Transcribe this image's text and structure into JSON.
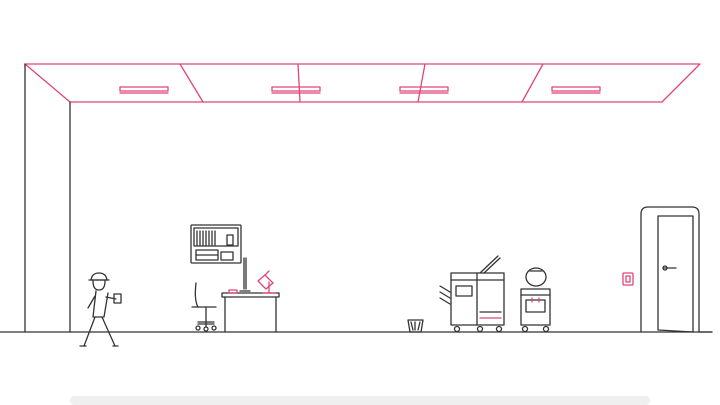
{
  "scene": {
    "colors": {
      "line": "#333333",
      "accent": "#e0457b",
      "background": "#ffffff"
    },
    "icons": [
      "ceiling-panel",
      "ceiling-light",
      "wall",
      "bookshelf",
      "office-chair",
      "desk",
      "computer-monitor",
      "desk-lamp",
      "wastebasket",
      "printer-copier",
      "water-cooler",
      "wall-switch",
      "door",
      "walking-worker"
    ]
  }
}
